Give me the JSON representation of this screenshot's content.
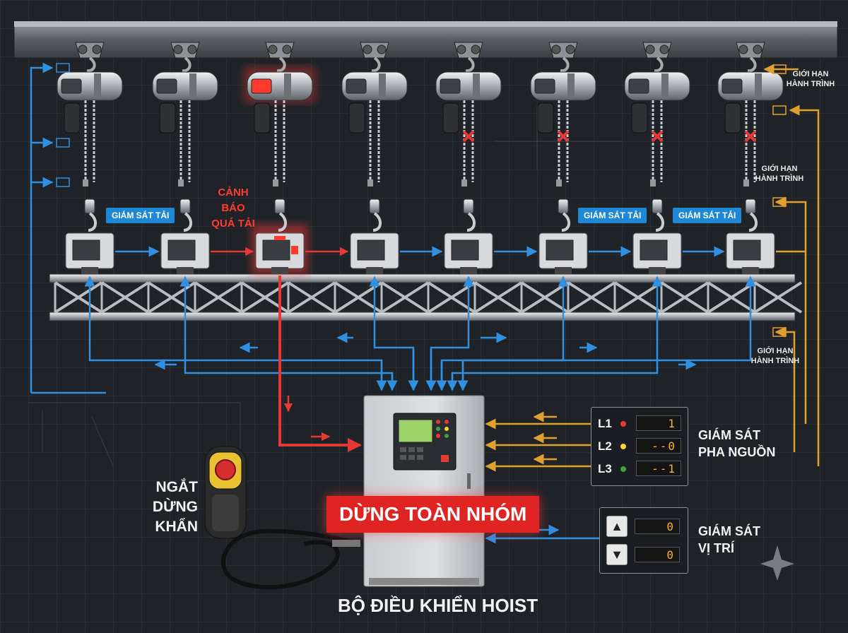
{
  "title": "BỘ ĐIỀU KHIỂN HOIST",
  "load_monitor_label": "GIÁM SÁT TẢI",
  "overload_warning": [
    "CẢNH BÁO",
    "QUÁ TẢI"
  ],
  "travel_limit_label": [
    "GIỚI HẠN",
    "HÀNH TRÌNH"
  ],
  "emergency_stop_label": [
    "NGẮT",
    "DỪNG KHẨN"
  ],
  "group_stop_label": "DỪNG TOÀN NHÓM",
  "phase_monitor": {
    "label": [
      "GIÁM SÁT",
      "PHA NGUỒN"
    ],
    "phases": [
      {
        "name": "L1",
        "display": "1",
        "led": "#e53935"
      },
      {
        "name": "L2",
        "display": "--0",
        "led": "#fdd835"
      },
      {
        "name": "L3",
        "display": "--1",
        "led": "#43a047"
      }
    ]
  },
  "position_monitor": {
    "label": [
      "GIÁM SÁT",
      "VỊ TRÍ"
    ],
    "up_icon": "arrow-up-icon",
    "down_icon": "arrow-down-icon",
    "up_display": "0",
    "down_display": "0"
  },
  "hoists": [
    {
      "status": "normal"
    },
    {
      "status": "normal"
    },
    {
      "status": "overload"
    },
    {
      "status": "normal"
    },
    {
      "status": "stopped"
    },
    {
      "status": "stopped"
    },
    {
      "status": "stopped"
    },
    {
      "status": "stopped"
    }
  ],
  "colors": {
    "signal": "#2f8fe0",
    "alarm": "#e53935",
    "power": "#e0a030",
    "background": "#1f2328"
  }
}
